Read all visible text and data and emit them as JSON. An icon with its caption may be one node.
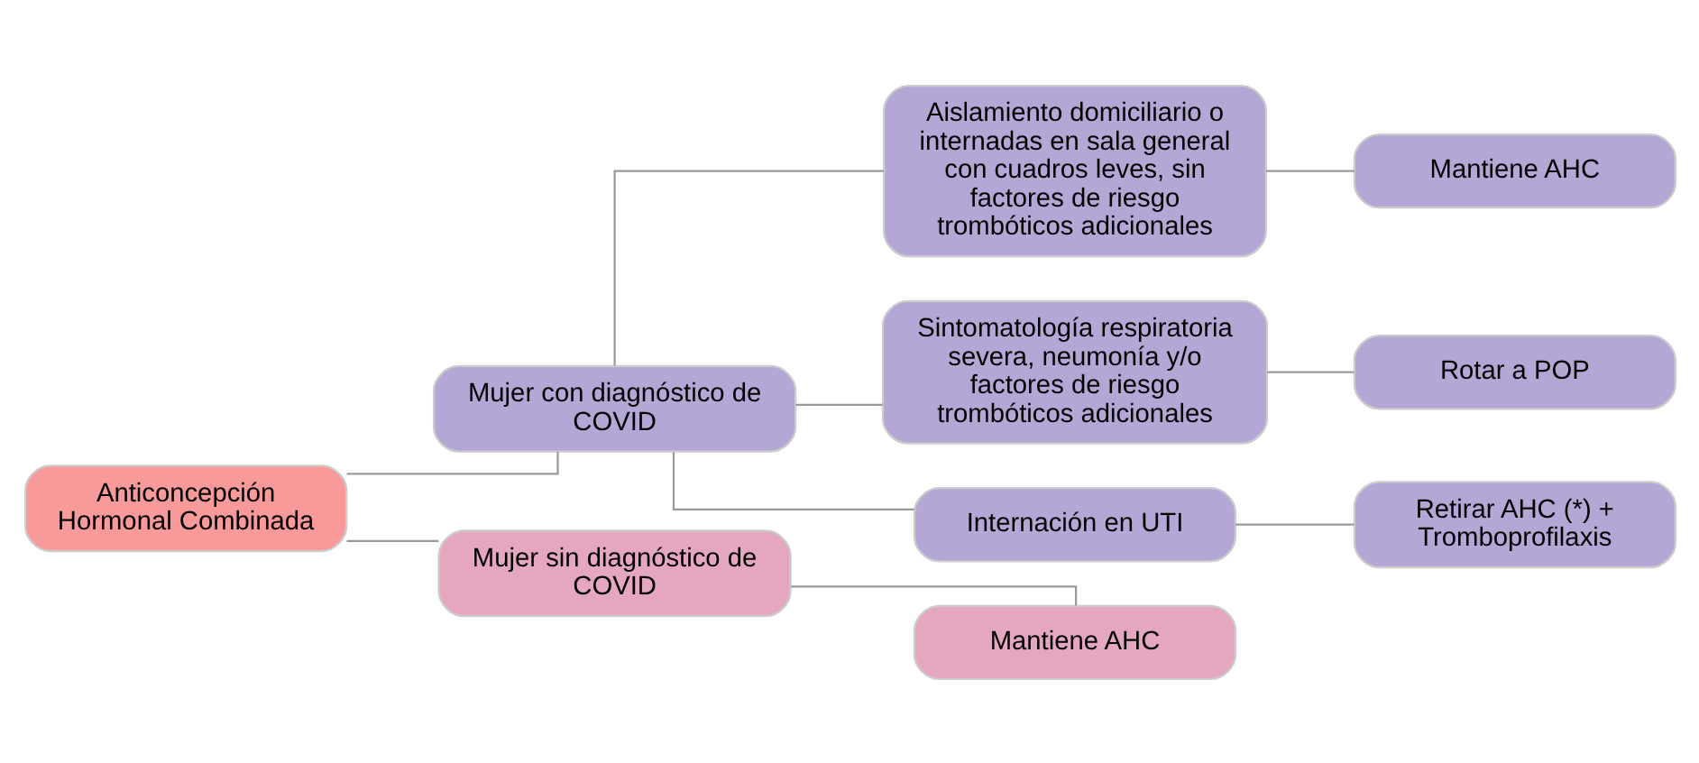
{
  "diagram": {
    "nodes": [
      {
        "text": [
          "Anticoncepción Hormonal Combinada"
        ]
      },
      {
        "text": [
          "Mujer con diagnóstico de COVID"
        ]
      },
      {
        "text": [
          "Aislamiento domiciliario o internadas en sala general con cuadros leves, sin factores de riesgo trombóticos adicionales"
        ]
      },
      {
        "text": [
          "Mantiene AHC"
        ]
      },
      {
        "text": [
          "Sintomatología respiratoria severa, neumonía y/o factores de riesgo trombóticos adicionales"
        ]
      },
      {
        "text": [
          "Rotar a POP"
        ]
      },
      {
        "text": [
          "Internación en UTI"
        ]
      },
      {
        "text": [
          "Retirar AHC (*) + Tromboprofilaxis"
        ]
      },
      {
        "text": [
          "Mujer sin diagnóstico de COVID"
        ]
      },
      {
        "text": [
          "Mantiene AHC"
        ]
      }
    ],
    "edges": [
      {
        "from": 0,
        "to": 1,
        "arrow": "none"
      },
      {
        "from": 0,
        "to": 8,
        "arrow": "none"
      },
      {
        "from": 1,
        "to": 2,
        "arrow": "none"
      },
      {
        "from": 1,
        "to": 4,
        "arrow": "none"
      },
      {
        "from": 1,
        "to": 6,
        "arrow": "none"
      },
      {
        "from": 2,
        "to": 3,
        "arrow": "none"
      },
      {
        "from": 4,
        "to": 5,
        "arrow": "none"
      },
      {
        "from": 6,
        "to": 7,
        "arrow": "none"
      },
      {
        "from": 8,
        "to": 9,
        "arrow": "none"
      }
    ]
  }
}
